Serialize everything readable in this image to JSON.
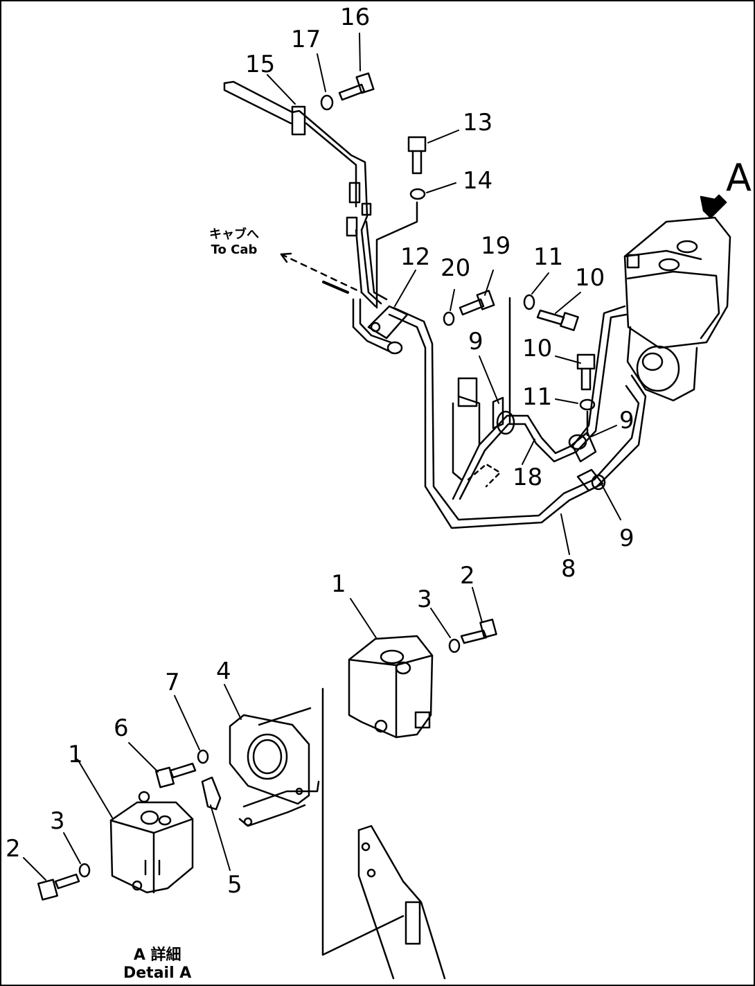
{
  "diagram": {
    "view_marker": "A",
    "to_cab": {
      "jp": "キャブへ",
      "en": "To Cab"
    },
    "detail": {
      "jp": "A 詳細",
      "en": "Detail A"
    },
    "callouts": {
      "c16": "16",
      "c17": "17",
      "c15": "15",
      "c13": "13",
      "c14": "14",
      "c19": "19",
      "c20": "20",
      "c12": "12",
      "c11a": "11",
      "c10a": "10",
      "c10b": "10",
      "c11b": "11",
      "c9a": "9",
      "c9b": "9",
      "c9c": "9",
      "c18": "18",
      "c8": "8",
      "c1a": "1",
      "c3a": "3",
      "c2a": "2",
      "c4": "4",
      "c7": "7",
      "c6": "6",
      "c1b": "1",
      "c3b": "3",
      "c2b": "2",
      "c5": "5"
    }
  }
}
